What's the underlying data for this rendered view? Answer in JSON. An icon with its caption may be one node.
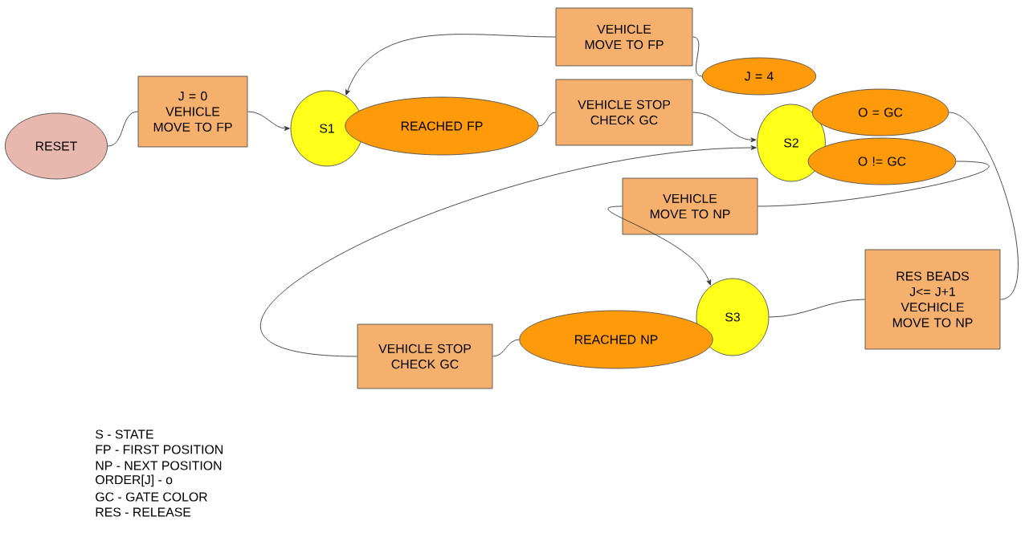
{
  "diagram": {
    "nodes": [
      {
        "text": [
          "RESET"
        ]
      },
      {
        "text": [
          "J = 0",
          "VEHICLE MOVE TO FP"
        ]
      },
      {
        "text": [
          "S1"
        ]
      },
      {
        "text": [
          "REACHED FP"
        ]
      },
      {
        "text": [
          "VEHICLE MOVE TO FP"
        ]
      },
      {
        "text": [
          "VEHICLE STOP CHECK GC"
        ]
      },
      {
        "text": [
          "J = 4"
        ]
      },
      {
        "text": [
          "S2"
        ]
      },
      {
        "text": [
          "O = GC"
        ]
      },
      {
        "text": [
          "O != GC"
        ]
      },
      {
        "text": [
          "VEHICLE MOVE TO NP"
        ]
      },
      {
        "text": [
          "RES BEADS",
          "J<= J+1",
          "VECHICLE MOVE TO NP"
        ]
      },
      {
        "text": [
          "S3"
        ]
      },
      {
        "text": [
          "REACHED NP"
        ]
      },
      {
        "text": [
          "VEHICLE STOP CHECK GC"
        ]
      }
    ],
    "edges": [
      {
        "from": 0,
        "to": 1,
        "arrow": "none"
      },
      {
        "from": 1,
        "to": 2,
        "arrow": "to"
      },
      {
        "from": 3,
        "to": 5,
        "arrow": "none"
      },
      {
        "from": 4,
        "to": 2,
        "arrow": "to"
      },
      {
        "from": 4,
        "to": 6,
        "arrow": "none"
      },
      {
        "from": 5,
        "to": 7,
        "arrow": "to"
      },
      {
        "from": 8,
        "to": 11,
        "arrow": "none"
      },
      {
        "from": 9,
        "to": 10,
        "arrow": "none"
      },
      {
        "from": 10,
        "to": 12,
        "arrow": "to"
      },
      {
        "from": 12,
        "to": 11,
        "arrow": "none"
      },
      {
        "from": 13,
        "to": 14,
        "arrow": "none"
      },
      {
        "from": 14,
        "to": 7,
        "arrow": "to"
      }
    ],
    "labels": [
      "S - STATE",
      "FP - FIRST POSITION",
      "NP - NEXT POSITION",
      "ORDER[J] - o",
      "GC - GATE COLOR",
      "RES - RELEASE"
    ]
  }
}
